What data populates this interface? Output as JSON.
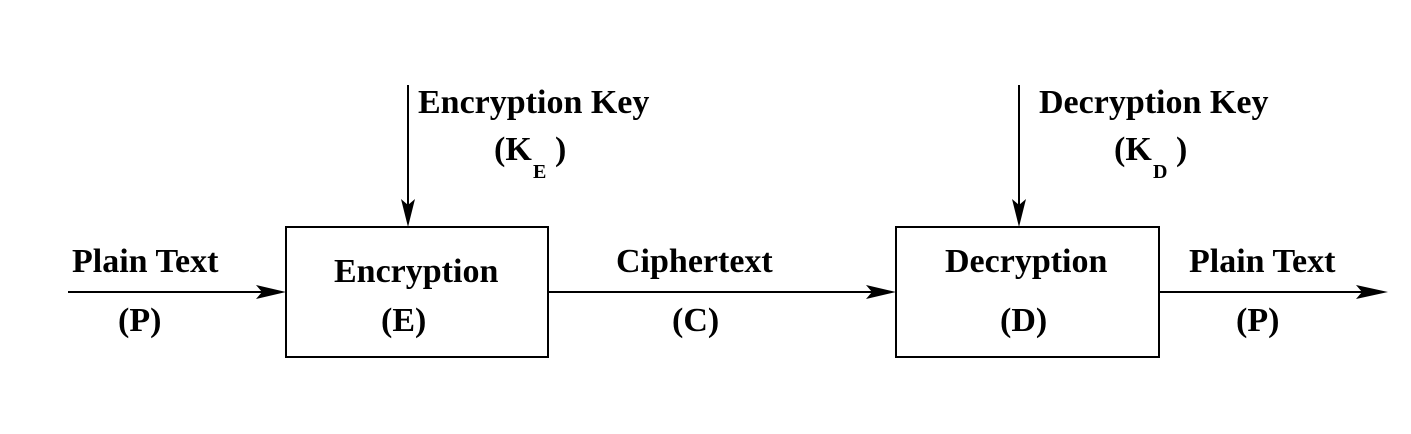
{
  "input": {
    "label": "Plain Text",
    "symbol": "(P)"
  },
  "encryption_block": {
    "label": "Encryption",
    "symbol": "(E)"
  },
  "encryption_key": {
    "label": "Encryption Key",
    "paren_open": "(K",
    "subscript": "E",
    "paren_close": ")"
  },
  "channel": {
    "label": "Ciphertext",
    "symbol": "(C)"
  },
  "decryption_block": {
    "label": "Decryption",
    "symbol": "(D)"
  },
  "decryption_key": {
    "label": "Decryption Key",
    "paren_open": "(K",
    "subscript": "D",
    "paren_close": ")"
  },
  "output": {
    "label": "Plain Text",
    "symbol": "(P)"
  },
  "colors": {
    "stroke": "#000000",
    "background": "#ffffff"
  }
}
